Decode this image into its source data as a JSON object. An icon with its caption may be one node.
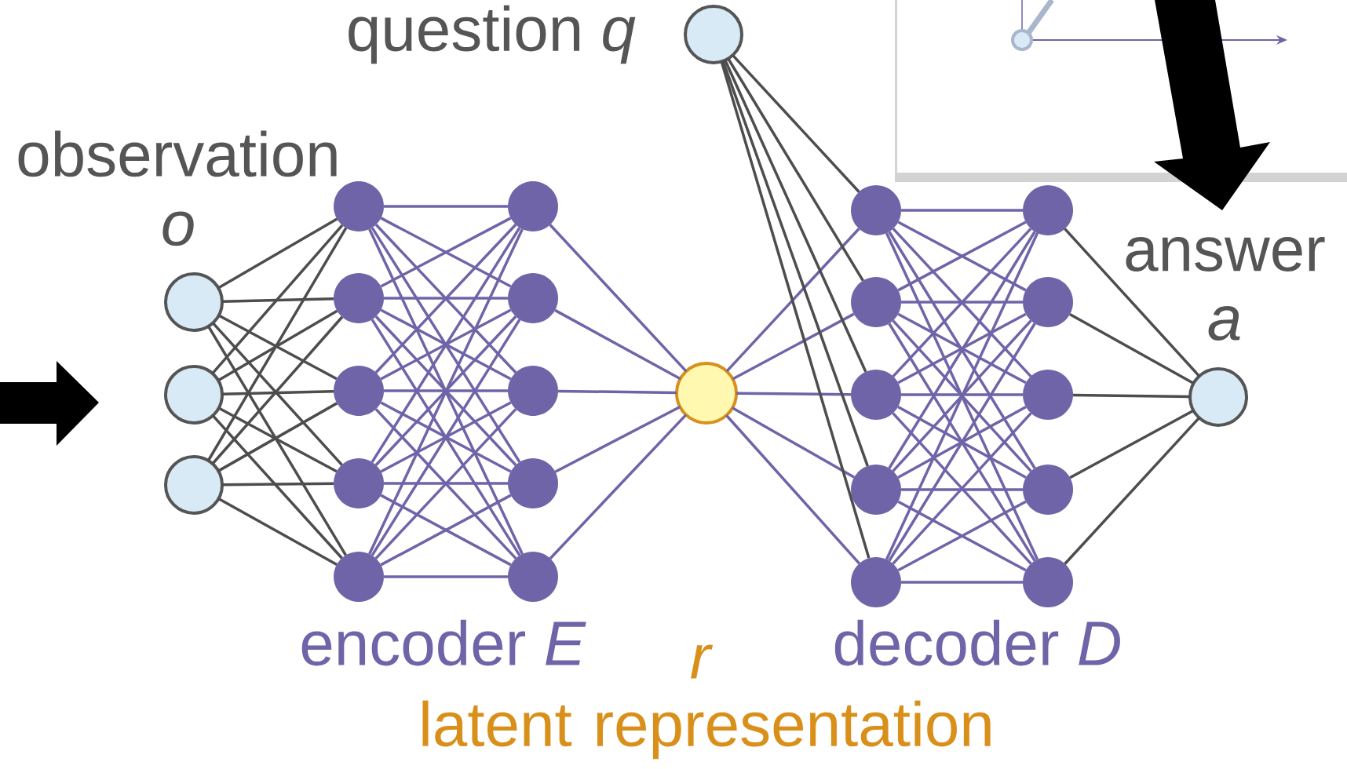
{
  "diagram": {
    "nodes": [
      {
        "text": [
          "question *q*"
        ]
      },
      {
        "text": [],
        "shape": "circle"
      },
      {
        "text": [],
        "shape": "circle"
      },
      {
        "text": [],
        "shape": "circle"
      },
      {
        "text": [],
        "shape": "circle"
      },
      {
        "text": [],
        "shape": "circle"
      },
      {
        "text": [],
        "shape": "circle"
      },
      {
        "text": [],
        "shape": "circle"
      },
      {
        "text": [],
        "shape": "circle"
      },
      {
        "text": [],
        "shape": "circle"
      },
      {
        "text": [],
        "shape": "circle"
      },
      {
        "text": [],
        "shape": "circle"
      },
      {
        "text": [],
        "shape": "circle"
      },
      {
        "text": [],
        "shape": "circle"
      },
      {
        "text": [],
        "shape": "circle"
      },
      {
        "text": [],
        "shape": "circle"
      },
      {
        "text": [],
        "shape": "circle"
      },
      {
        "text": [],
        "shape": "circle"
      },
      {
        "text": [],
        "shape": "circle"
      },
      {
        "text": [],
        "shape": "circle"
      },
      {
        "text": [],
        "shape": "circle"
      },
      {
        "text": [],
        "shape": "circle"
      },
      {
        "text": [],
        "shape": "circle"
      },
      {
        "text": [],
        "shape": "circle"
      },
      {
        "text": [],
        "shape": "circle"
      },
      {
        "text": [
          "answer *a*"
        ]
      }
    ],
    "edges": [
      {
        "from": 1,
        "to": 4,
        "arrow": "none",
        "color": "#4d4d4d"
      },
      {
        "from": 1,
        "to": 5,
        "arrow": "none",
        "color": "#4d4d4d"
      },
      {
        "from": 1,
        "to": 6,
        "arrow": "none",
        "color": "#4d4d4d"
      },
      {
        "from": 1,
        "to": 7,
        "arrow": "none",
        "color": "#4d4d4d"
      },
      {
        "from": 1,
        "to": 8,
        "arrow": "none",
        "color": "#4d4d4d"
      },
      {
        "from": 2,
        "to": 4,
        "arrow": "none",
        "color": "#4d4d4d"
      },
      {
        "from": 2,
        "to": 5,
        "arrow": "none",
        "color": "#4d4d4d"
      },
      {
        "from": 2,
        "to": 6,
        "arrow": "none",
        "color": "#4d4d4d"
      },
      {
        "from": 2,
        "to": 7,
        "arrow": "none",
        "color": "#4d4d4d"
      },
      {
        "from": 2,
        "to": 8,
        "arrow": "none",
        "color": "#4d4d4d"
      },
      {
        "from": 3,
        "to": 4,
        "arrow": "none",
        "color": "#4d4d4d"
      },
      {
        "from": 3,
        "to": 5,
        "arrow": "none",
        "color": "#4d4d4d"
      },
      {
        "from": 3,
        "to": 6,
        "arrow": "none",
        "color": "#4d4d4d"
      },
      {
        "from": 3,
        "to": 7,
        "arrow": "none",
        "color": "#4d4d4d"
      },
      {
        "from": 3,
        "to": 8,
        "arrow": "none",
        "color": "#4d4d4d"
      },
      {
        "from": 4,
        "to": 9,
        "arrow": "none"
      },
      {
        "from": 4,
        "to": 10,
        "arrow": "none"
      },
      {
        "from": 4,
        "to": 11,
        "arrow": "none"
      },
      {
        "from": 4,
        "to": 12,
        "arrow": "none"
      },
      {
        "from": 4,
        "to": 13,
        "arrow": "none"
      },
      {
        "from": 5,
        "to": 9,
        "arrow": "none"
      },
      {
        "from": 5,
        "to": 10,
        "arrow": "none"
      },
      {
        "from": 5,
        "to": 11,
        "arrow": "none"
      },
      {
        "from": 5,
        "to": 12,
        "arrow": "none"
      },
      {
        "from": 5,
        "to": 13,
        "arrow": "none"
      },
      {
        "from": 6,
        "to": 9,
        "arrow": "none"
      },
      {
        "from": 6,
        "to": 10,
        "arrow": "none"
      },
      {
        "from": 6,
        "to": 11,
        "arrow": "none"
      },
      {
        "from": 6,
        "to": 12,
        "arrow": "none"
      },
      {
        "from": 6,
        "to": 13,
        "arrow": "none"
      },
      {
        "from": 7,
        "to": 9,
        "arrow": "none"
      },
      {
        "from": 7,
        "to": 10,
        "arrow": "none"
      },
      {
        "from": 7,
        "to": 11,
        "arrow": "none"
      },
      {
        "from": 7,
        "to": 12,
        "arrow": "none"
      },
      {
        "from": 7,
        "to": 13,
        "arrow": "none"
      },
      {
        "from": 8,
        "to": 9,
        "arrow": "none"
      },
      {
        "from": 8,
        "to": 10,
        "arrow": "none"
      },
      {
        "from": 8,
        "to": 11,
        "arrow": "none"
      },
      {
        "from": 8,
        "to": 12,
        "arrow": "none"
      },
      {
        "from": 8,
        "to": 13,
        "arrow": "none"
      },
      {
        "from": 9,
        "to": 14,
        "arrow": "none"
      },
      {
        "from": 10,
        "to": 14,
        "arrow": "none"
      },
      {
        "from": 11,
        "to": 14,
        "arrow": "none"
      },
      {
        "from": 12,
        "to": 14,
        "arrow": "none"
      },
      {
        "from": 13,
        "to": 14,
        "arrow": "none"
      },
      {
        "from": 14,
        "to": 15,
        "arrow": "none"
      },
      {
        "from": 14,
        "to": 16,
        "arrow": "none"
      },
      {
        "from": 14,
        "to": 17,
        "arrow": "none"
      },
      {
        "from": 14,
        "to": 18,
        "arrow": "none"
      },
      {
        "from": 14,
        "to": 19,
        "arrow": "none"
      },
      {
        "from": 0,
        "to": 15,
        "arrow": "none",
        "color": "#4d4d4d"
      },
      {
        "from": 0,
        "to": 16,
        "arrow": "none",
        "color": "#4d4d4d"
      },
      {
        "from": 0,
        "to": 17,
        "arrow": "none",
        "color": "#4d4d4d"
      },
      {
        "from": 0,
        "to": 18,
        "arrow": "none",
        "color": "#4d4d4d"
      },
      {
        "from": 0,
        "to": 19,
        "arrow": "none",
        "color": "#4d4d4d"
      },
      {
        "from": 15,
        "to": 20,
        "arrow": "none"
      },
      {
        "from": 15,
        "to": 21,
        "arrow": "none"
      },
      {
        "from": 15,
        "to": 22,
        "arrow": "none"
      },
      {
        "from": 15,
        "to": 23,
        "arrow": "none"
      },
      {
        "from": 15,
        "to": 24,
        "arrow": "none"
      },
      {
        "from": 16,
        "to": 20,
        "arrow": "none"
      },
      {
        "from": 16,
        "to": 21,
        "arrow": "none"
      },
      {
        "from": 16,
        "to": 22,
        "arrow": "none"
      },
      {
        "from": 16,
        "to": 23,
        "arrow": "none"
      },
      {
        "from": 16,
        "to": 24,
        "arrow": "none"
      },
      {
        "from": 17,
        "to": 20,
        "arrow": "none"
      },
      {
        "from": 17,
        "to": 21,
        "arrow": "none"
      },
      {
        "from": 17,
        "to": 22,
        "arrow": "none"
      },
      {
        "from": 17,
        "to": 23,
        "arrow": "none"
      },
      {
        "from": 17,
        "to": 24,
        "arrow": "none"
      },
      {
        "from": 18,
        "to": 20,
        "arrow": "none"
      },
      {
        "from": 18,
        "to": 21,
        "arrow": "none"
      },
      {
        "from": 18,
        "to": 22,
        "arrow": "none"
      },
      {
        "from": 18,
        "to": 23,
        "arrow": "none"
      },
      {
        "from": 18,
        "to": 24,
        "arrow": "none"
      },
      {
        "from": 19,
        "to": 20,
        "arrow": "none"
      },
      {
        "from": 19,
        "to": 21,
        "arrow": "none"
      },
      {
        "from": 19,
        "to": 22,
        "arrow": "none"
      },
      {
        "from": 19,
        "to": 23,
        "arrow": "none"
      },
      {
        "from": 19,
        "to": 24,
        "arrow": "none"
      },
      {
        "from": 20,
        "to": 25,
        "arrow": "none",
        "color": "#4d4d4d"
      },
      {
        "from": 21,
        "to": 25,
        "arrow": "none",
        "color": "#4d4d4d"
      },
      {
        "from": 22,
        "to": 25,
        "arrow": "none",
        "color": "#4d4d4d"
      },
      {
        "from": 23,
        "to": 25,
        "arrow": "none",
        "color": "#4d4d4d"
      },
      {
        "from": 24,
        "to": 25,
        "arrow": "none",
        "color": "#4d4d4d"
      }
    ],
    "labels": [
      "observation *o*",
      "encoder *E*",
      "decoder *D*",
      "r",
      "latent representation"
    ]
  }
}
